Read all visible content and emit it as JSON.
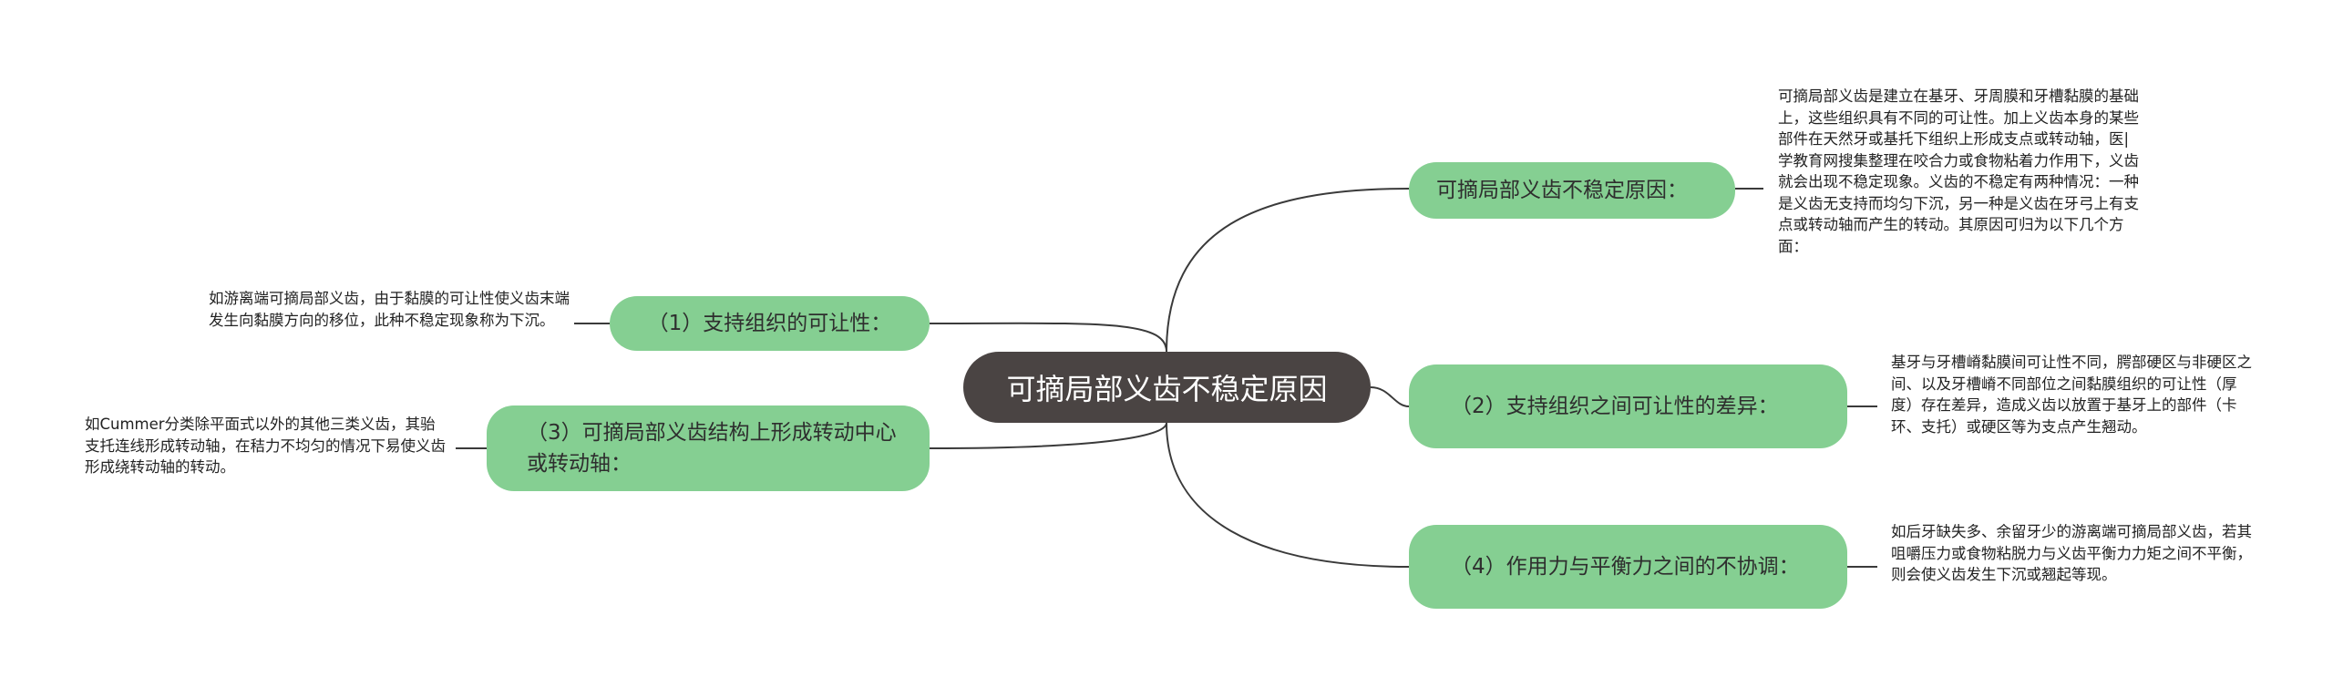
{
  "center": {
    "title": "可摘局部义齿不稳定原因"
  },
  "branches": [
    {
      "label": "可摘局部义齿不稳定原因：",
      "text": "可摘局部义齿是建立在基牙、牙周膜和牙槽黏膜的基础上，这些组织具有不同的可让性。加上义齿本身的某些部件在天然牙或基托下组织上形成支点或转动轴，医|学教育网搜集整理在咬合力或食物粘着力作用下，义齿就会出现不稳定现象。义齿的不稳定有两种情况：一种是义齿无支持而均匀下沉，另一种是义齿在牙弓上有支点或转动轴而产生的转动。其原因可归为以下几个方面："
    },
    {
      "label": "（2）支持组织之间可让性的差异：",
      "text": "基牙与牙槽嵴黏膜间可让性不同，腭部硬区与非硬区之间、以及牙槽嵴不同部位之间黏膜组织的可让性（厚度）存在差异，造成义齿以放置于基牙上的部件（卡环、支托）或硬区等为支点产生翘动。"
    },
    {
      "label": "（4）作用力与平衡力之间的不协调：",
      "text": "如后牙缺失多、余留牙少的游离端可摘局部义齿，若其咀嚼压力或食物粘脱力与义齿平衡力力矩之间不平衡，则会使义齿发生下沉或翘起等现。"
    },
    {
      "label": "（1）支持组织的可让性：",
      "text": "如游离端可摘局部义齿，由于黏膜的可让性使义齿末端发生向黏膜方向的移位，此种不稳定现象称为下沉。"
    },
    {
      "label": "（3）可摘局部义齿结构上形成转动中心或转动轴：",
      "text": "如Cummer分类除平面式以外的其他三类义齿，其骀支托连线形成转动轴，在秸力不均匀的情况下易使义齿形成绕转动轴的转动。"
    }
  ],
  "colors": {
    "center": "#4a4443",
    "branch": "#85cf92",
    "line": "#3a3a3a",
    "leaf_text": "#222222"
  }
}
